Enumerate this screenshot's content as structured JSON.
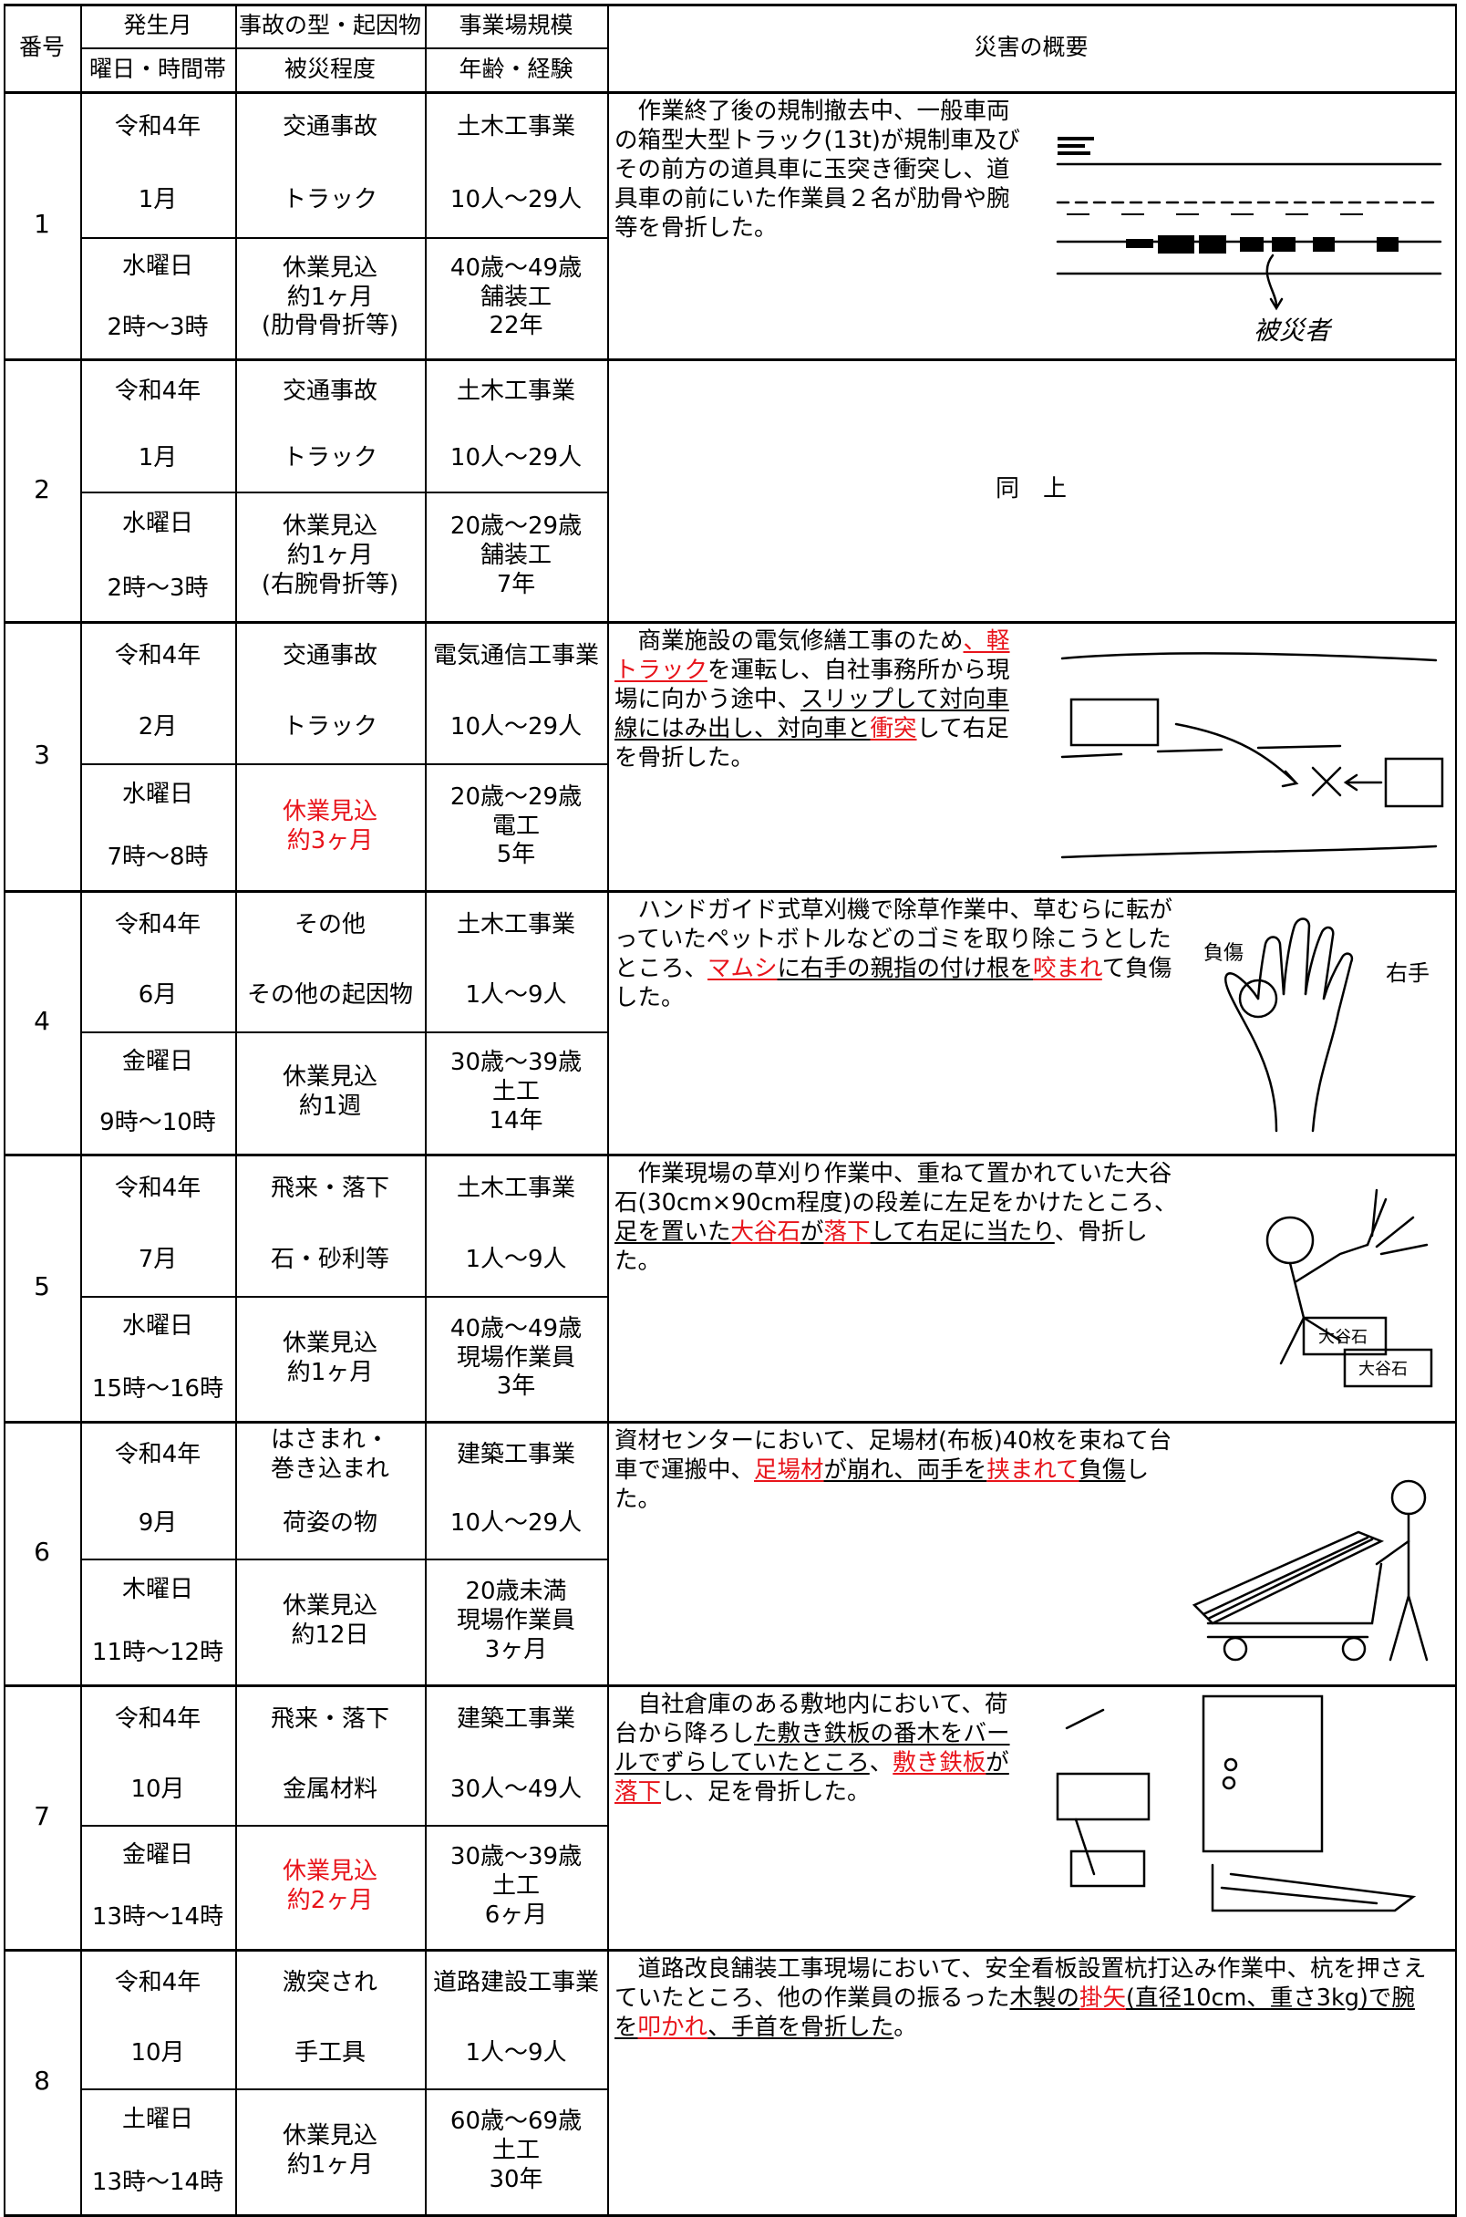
{
  "header": {
    "no": "番号",
    "month": "発生月",
    "day_time": "曜日・時間帯",
    "type_cause": "事故の型・起因物",
    "severity": "被災程度",
    "scale": "事業場規模",
    "age_exp": "年齢・経験",
    "summary": "災害の概要"
  },
  "rows": [
    {
      "no": "1",
      "year": "令和4年",
      "month": "1月",
      "weekday": "水曜日",
      "time": "2時～3時",
      "type": "交通事故",
      "cause": "トラック",
      "severity": "休業見込\n約1ヶ月\n(肋骨骨折等)",
      "industry": "土木工事業",
      "size": "10人～29人",
      "age": "40歳～49歳\n舗装工\n22年",
      "summary": [
        {
          "t": "　作業終了後の規制撤去中、一般車両の箱型大型トラック(13t)が規制車及びその前方の道具車に玉突き衝突し、道具車の前にいた作業員２名が肋骨や腕等を骨折した。"
        }
      ],
      "sketch_label": "被災者"
    },
    {
      "no": "2",
      "year": "令和4年",
      "month": "1月",
      "weekday": "水曜日",
      "time": "2時～3時",
      "type": "交通事故",
      "cause": "トラック",
      "severity": "休業見込\n約1ヶ月\n(右腕骨折等)",
      "industry": "土木工事業",
      "size": "10人～29人",
      "age": "20歳～29歳\n舗装工\n7年",
      "same": "同　上"
    },
    {
      "no": "3",
      "year": "令和4年",
      "month": "2月",
      "weekday": "水曜日",
      "time": "7時～8時",
      "type": "交通事故",
      "cause": "トラック",
      "severity": "休業見込\n約3ヶ月",
      "severity_red": true,
      "industry": "電気通信工事業",
      "size": "10人～29人",
      "age": "20歳～29歳\n電工\n5年",
      "summary": [
        {
          "t": "　商業施設の電気修繕工事のため"
        },
        {
          "t": "、軽トラック",
          "r": true,
          "u": true
        },
        {
          "t": "を運転し、自社事務所から現場に向かう途中、"
        },
        {
          "t": "スリップして対向車線にはみ出し、対向車と",
          "u": true
        },
        {
          "t": "衝突",
          "r": true,
          "u": true
        },
        {
          "t": "して右足を骨折した。"
        }
      ]
    },
    {
      "no": "4",
      "year": "令和4年",
      "month": "6月",
      "weekday": "金曜日",
      "time": "9時～10時",
      "type": "その他",
      "cause": "その他の起因物",
      "severity": "休業見込\n約1週",
      "industry": "土木工事業",
      "size": "1人～9人",
      "age": "30歳～39歳\n土工\n14年",
      "summary": [
        {
          "t": "　ハンドガイド式草刈機で除草作業中、草むらに転がっていたペットボトルなどのゴミを取り除こうとしたところ、"
        },
        {
          "t": "マムシ",
          "r": true,
          "u": true
        },
        {
          "t": "に右手の親指の付け根を",
          "u": true
        },
        {
          "t": "咬まれ",
          "r": true,
          "u": true
        },
        {
          "t": "て負傷した。"
        }
      ],
      "sketch_labels": [
        "負傷",
        "右手"
      ]
    },
    {
      "no": "5",
      "year": "令和4年",
      "month": "7月",
      "weekday": "水曜日",
      "time": "15時～16時",
      "type": "飛来・落下",
      "cause": "石・砂利等",
      "severity": "休業見込\n約1ヶ月",
      "industry": "土木工事業",
      "size": "1人～9人",
      "age": "40歳～49歳\n現場作業員\n3年",
      "summary": [
        {
          "t": "　作業現場の草刈り作業中、重ねて置かれていた大谷石(30cm×90cm程度)の段差に左足をかけたところ、"
        },
        {
          "t": "足を置いた",
          "u": true
        },
        {
          "t": "大谷石",
          "r": true,
          "u": true
        },
        {
          "t": "が",
          "u": true
        },
        {
          "t": "落下",
          "r": true,
          "u": true
        },
        {
          "t": "して右足に当たり",
          "u": true
        },
        {
          "t": "、骨折した。"
        }
      ],
      "sketch_labels": [
        "大谷石",
        "大谷石"
      ]
    },
    {
      "no": "6",
      "year": "令和4年",
      "month": "9月",
      "weekday": "木曜日",
      "time": "11時～12時",
      "type": "はさまれ・\n巻き込まれ",
      "cause": "荷姿の物",
      "severity": "休業見込\n約12日",
      "industry": "建築工事業",
      "size": "10人～29人",
      "age": "20歳未満\n現場作業員\n3ヶ月",
      "summary": [
        {
          "t": "資材センターにおいて、足場材(布板)40枚を束ねて台車で運搬中、"
        },
        {
          "t": "足場材",
          "r": true,
          "u": true
        },
        {
          "t": "が崩れ、両手を",
          "u": true
        },
        {
          "t": "挟まれて",
          "r": true,
          "u": true
        },
        {
          "t": "負傷",
          "u": true
        },
        {
          "t": "した。"
        }
      ]
    },
    {
      "no": "7",
      "year": "令和4年",
      "month": "10月",
      "weekday": "金曜日",
      "time": "13時～14時",
      "type": "飛来・落下",
      "cause": "金属材料",
      "severity": "休業見込\n約2ヶ月",
      "severity_red": true,
      "industry": "建築工事業",
      "size": "30人～49人",
      "age": "30歳～39歳\n土工\n6ヶ月",
      "summary": [
        {
          "t": "　自社倉庫のある敷地内において、荷台から降ろし"
        },
        {
          "t": "た敷き鉄板の番木をバールでずらしていたところ",
          "u": true
        },
        {
          "t": "、"
        },
        {
          "t": "敷き鉄板",
          "r": true,
          "u": true
        },
        {
          "t": "が",
          "u": true
        },
        {
          "t": "落下",
          "r": true,
          "u": true
        },
        {
          "t": "し、足を骨折した。"
        }
      ]
    },
    {
      "no": "8",
      "year": "令和4年",
      "month": "10月",
      "weekday": "土曜日",
      "time": "13時～14時",
      "type": "激突され",
      "cause": "手工具",
      "severity": "休業見込\n約1ヶ月",
      "industry": "道路建設工事業",
      "size": "1人～9人",
      "age": "60歳～69歳\n土工\n30年",
      "summary": [
        {
          "t": "　道路改良舗装工事現場において、安全看板設置杭打込み作業中、杭を押さえていたところ、他の作業員の振るった"
        },
        {
          "t": "木製の",
          "u": true
        },
        {
          "t": "掛矢",
          "r": true,
          "u": true
        },
        {
          "t": "(直径10cm、重さ3kg)で腕を",
          "u": true
        },
        {
          "t": "叩かれ",
          "r": true,
          "u": true
        },
        {
          "t": "、手首を骨折した",
          "u": true
        },
        {
          "t": "。"
        }
      ]
    }
  ]
}
